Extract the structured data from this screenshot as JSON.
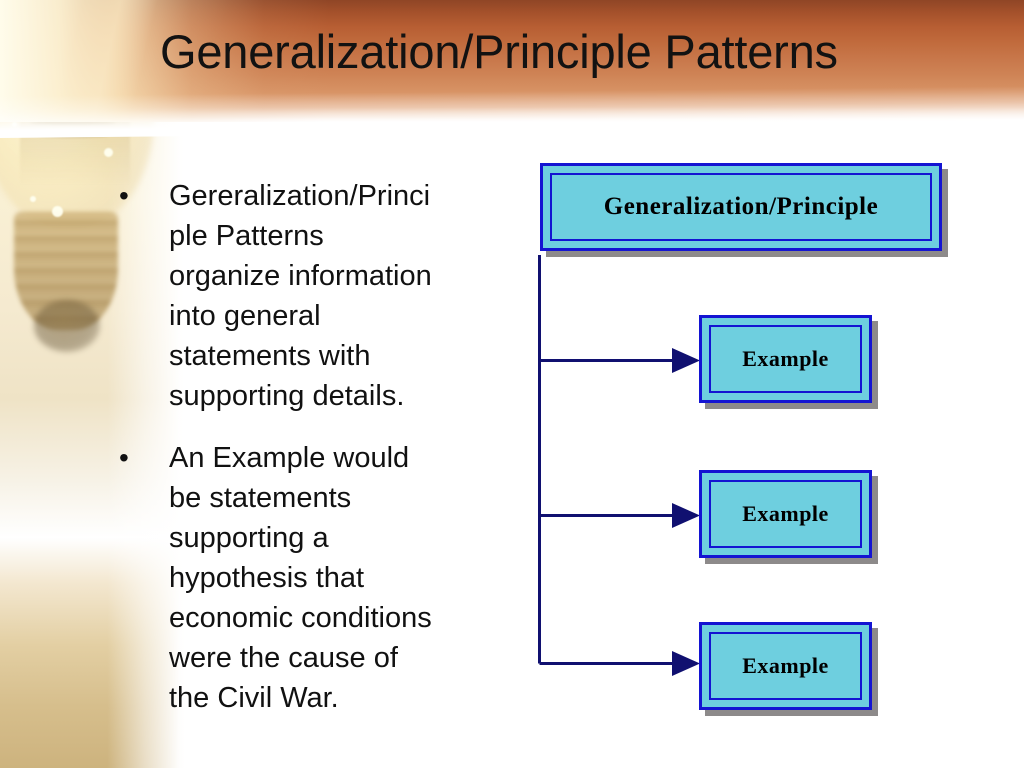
{
  "slide": {
    "title": "Generalization/Principle Patterns",
    "background_band_color": "#c0693c",
    "accent_box_fill": "#6ecfdf",
    "accent_box_border": "#1414d2",
    "shadow_color": "#8d8a8a",
    "connector_color": "#101070"
  },
  "body": {
    "bullets": [
      {
        "marker": "•",
        "text": "Gereralization/Princi\nple Patterns\norganize information\ninto general\nstatements with\nsupporting details."
      },
      {
        "marker": "•",
        "text": "An Example would\nbe statements\nsupporting a\nhypothesis that\neconomic conditions\nwere the cause of\nthe Civil War."
      }
    ]
  },
  "diagram": {
    "root": {
      "label": "Generalization/Principle"
    },
    "children": [
      {
        "label": "Example"
      },
      {
        "label": "Example"
      },
      {
        "label": "Example"
      }
    ]
  }
}
